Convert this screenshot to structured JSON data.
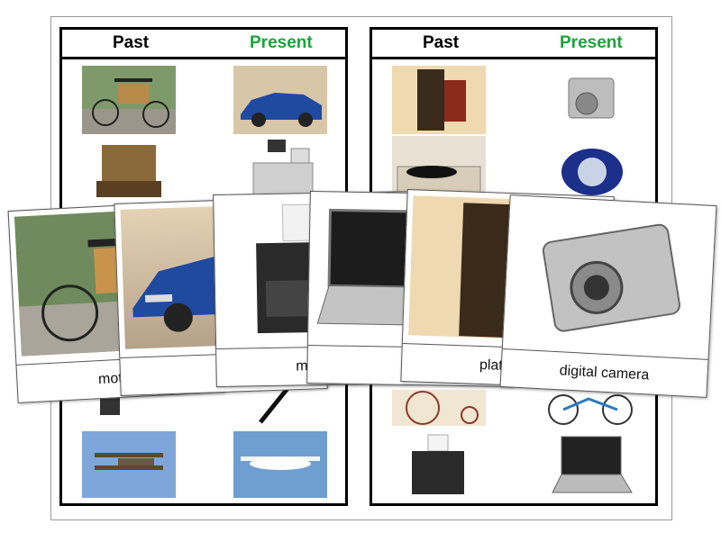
{
  "sheets": [
    {
      "past_label": "Past",
      "present_label": "Present"
    },
    {
      "past_label": "Past",
      "present_label": "Present"
    }
  ],
  "cards": [
    {
      "caption": "motorv"
    },
    {
      "caption": "c"
    },
    {
      "caption": "manual"
    },
    {
      "caption": "lap"
    },
    {
      "caption": "plate ca"
    },
    {
      "caption": "digital camera"
    }
  ],
  "colors": {
    "present_green": "#1aa33a",
    "border": "#000000"
  }
}
